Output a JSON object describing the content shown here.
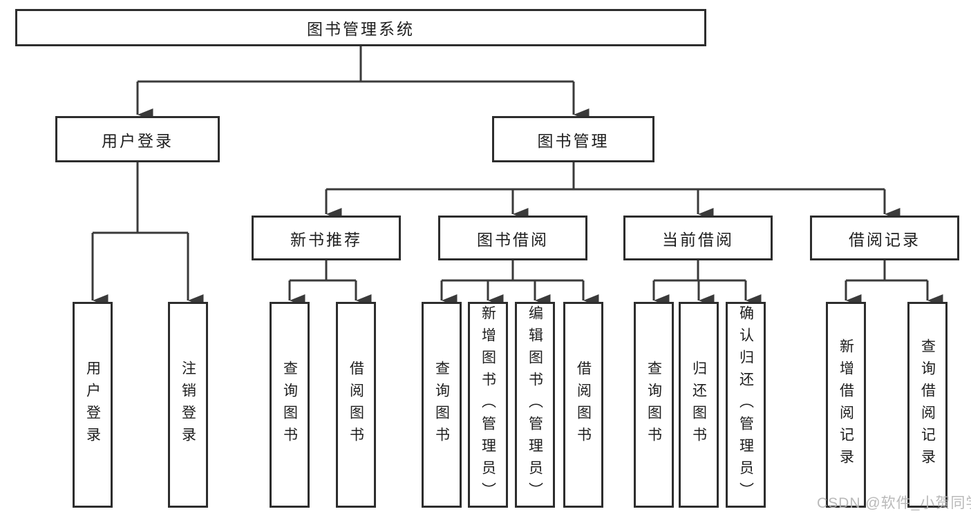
{
  "diagram": {
    "root": {
      "label": "图书管理系统"
    },
    "level2": [
      {
        "label": "用户登录"
      },
      {
        "label": "图书管理"
      }
    ],
    "level3": [
      {
        "label": "新书推荐",
        "parent": "图书管理"
      },
      {
        "label": "图书借阅",
        "parent": "图书管理"
      },
      {
        "label": "当前借阅",
        "parent": "图书管理"
      },
      {
        "label": "借阅记录",
        "parent": "图书管理"
      }
    ],
    "level4": [
      {
        "label": "用户登录",
        "parent": "用户登录"
      },
      {
        "label": "注销登录",
        "parent": "用户登录"
      },
      {
        "label": "查询图书",
        "parent": "新书推荐"
      },
      {
        "label": "借阅图书",
        "parent": "新书推荐"
      },
      {
        "label": "查询图书",
        "parent": "图书借阅"
      },
      {
        "label": "新增图书（管理员）",
        "parent": "图书借阅"
      },
      {
        "label": "编辑图书（管理员）",
        "parent": "图书借阅"
      },
      {
        "label": "借阅图书",
        "parent": "图书借阅"
      },
      {
        "label": "查询图书",
        "parent": "当前借阅"
      },
      {
        "label": "归还图书",
        "parent": "当前借阅"
      },
      {
        "label": "确认归还（管理员）",
        "parent": "当前借阅"
      },
      {
        "label": "新增借阅记录",
        "parent": "借阅记录"
      },
      {
        "label": "查询借阅记录",
        "parent": "借阅记录"
      }
    ],
    "colors": {
      "line": "#3a3a3a",
      "border": "#2d2d2d",
      "text": "#1e1e1e",
      "watermark": "#b4b4b4",
      "background": "#ffffff"
    }
  },
  "watermark": {
    "text": "CSDN @软件_小贺同学"
  }
}
